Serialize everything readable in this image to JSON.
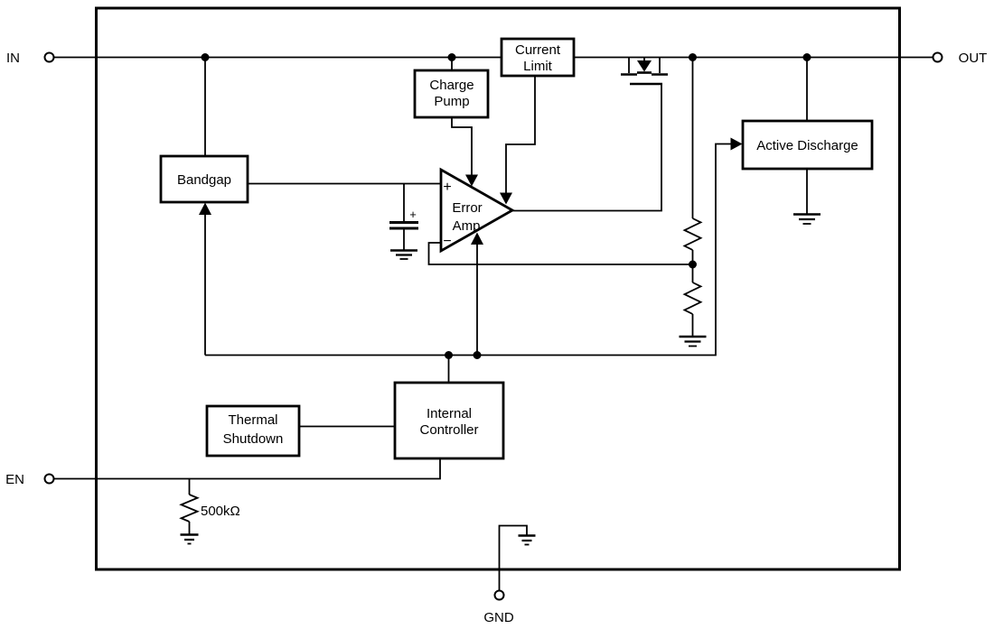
{
  "colors": {
    "line": "#000000",
    "background": "#ffffff"
  },
  "pins": {
    "in": "IN",
    "out": "OUT",
    "en": "EN",
    "gnd": "GND"
  },
  "blocks": {
    "current_limit": {
      "line1": "Current",
      "line2": "Limit"
    },
    "charge_pump": {
      "line1": "Charge",
      "line2": "Pump"
    },
    "bandgap": {
      "label": "Bandgap"
    },
    "active_discharge": {
      "label": "Active Discharge"
    },
    "thermal_shutdown": {
      "line1": "Thermal",
      "line2": "Shutdown"
    },
    "internal_controller": {
      "line1": "Internal",
      "line2": "Controller"
    }
  },
  "error_amp": {
    "line1": "Error",
    "line2": "Amp",
    "plus_input": "+",
    "minus_input": "−"
  },
  "components": {
    "en_pulldown_resistor": {
      "value": "500kΩ"
    },
    "soft_start_capacitor": {
      "polarity": "+"
    }
  }
}
